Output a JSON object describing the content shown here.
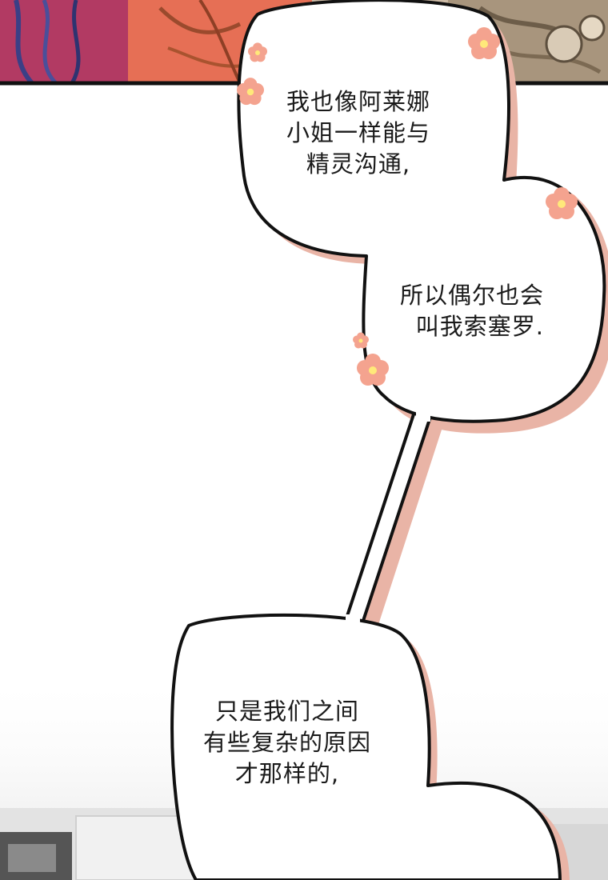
{
  "bubbles": [
    {
      "lines": [
        "我也像阿莱娜",
        "小姐一样能与",
        "精灵沟通,"
      ]
    },
    {
      "lines": [
        "所以偶尔也会",
        "叫我索塞罗."
      ]
    },
    {
      "lines": [
        "只是我们之间",
        "有些复杂的原因",
        "才那样的,"
      ]
    }
  ],
  "colors": {
    "bubble_shadow": "#e9b4a6",
    "bubble_outline": "#111111",
    "flower": "#f4a38f",
    "flower_center": "#ffe97a"
  }
}
